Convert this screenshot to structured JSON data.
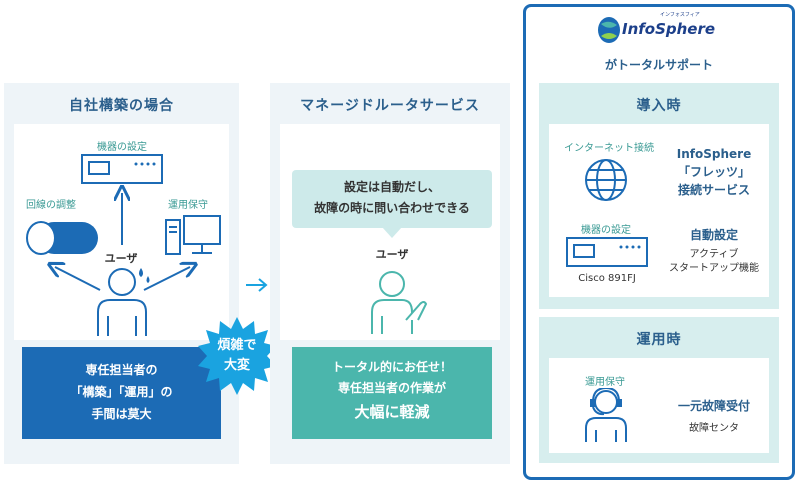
{
  "left": {
    "title": "自社構築の場合",
    "device_setup": "機器の設定",
    "line_adjust": "回線の調整",
    "maintenance": "運用保守",
    "user": "ユーザ",
    "note_line1": "専任担当者の",
    "note_line2": "「構築」「運用」の",
    "note_line3": "手間は莫大"
  },
  "burst": {
    "line1": "煩雑で",
    "line2": "大変"
  },
  "mid": {
    "title": "マネージドルータサービス",
    "bubble_line1": "設定は自動だし、",
    "bubble_line2": "故障の時に問い合わせできる",
    "user": "ユーザ",
    "note_line1": "トータル的にお任せ！",
    "note_line2": "専任担当者の作業が",
    "note_line3": "大幅に軽減"
  },
  "right": {
    "logo": "InfoSphere",
    "logo_small": "インフォスフィア",
    "subtitle": "がトータルサポート",
    "intro": {
      "title": "導入時",
      "internet_label": "インターネット接続",
      "service_line1": "InfoSphere",
      "service_line2": "「フレッツ」",
      "service_line3": "接続サービス",
      "device_label": "機器の設定",
      "model": "Cisco 891FJ",
      "auto_title": "自動設定",
      "auto_line1": "アクティブ",
      "auto_line2": "スタートアップ機能"
    },
    "ops": {
      "title": "運用時",
      "maintenance_label": "運用保守",
      "desk_title": "一元故障受付",
      "desk_sub": "故障センタ"
    }
  },
  "colors": {
    "primary_blue": "#1c6bb5",
    "teal": "#4bb6ac",
    "panel_bg": "#eef4f8",
    "section_bg": "#d7eeee"
  }
}
